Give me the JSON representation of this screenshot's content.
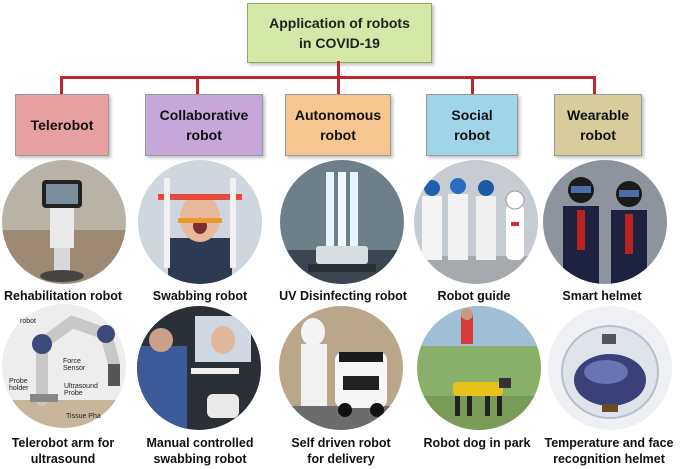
{
  "root": {
    "title": "Application of robots\nin  COVID-19"
  },
  "colors": {
    "connector": "#c0272d",
    "root": "#d4e8a8",
    "telerobot": "#e6a0a2",
    "collaborative": "#c5a7d9",
    "autonomous": "#f6c690",
    "social": "#9fd4ea",
    "wearable": "#d6cc9c"
  },
  "categories": [
    {
      "label": "Telerobot",
      "icon": "telerobot-category"
    },
    {
      "label": "Collaborative\nrobot",
      "icon": "collaborative-category"
    },
    {
      "label": "Autonomous\nrobot",
      "icon": "autonomous-category"
    },
    {
      "label": "Social\nrobot",
      "icon": "social-category"
    },
    {
      "label": "Wearable\nrobot",
      "icon": "wearable-category"
    }
  ],
  "row1_captions": [
    "Rehabilitation robot",
    "Swabbing robot",
    "UV Disinfecting  robot",
    "Robot guide",
    "Smart helmet"
  ],
  "row2_captions": [
    "Telerobot arm for\nultrasound",
    "Manual controlled\nswabbing robot",
    "Self driven robot\nfor delivery",
    "Robot dog in park",
    "Temperature and face\nrecognition helmet"
  ],
  "photo_labels": {
    "force_sensor": "Force\nSensor",
    "ultrasound_probe": "Ultrasound\nProbe",
    "probe_holder": "Probe\nholder",
    "tissue_phantom": "Tissue Pha",
    "robot": "robot"
  }
}
